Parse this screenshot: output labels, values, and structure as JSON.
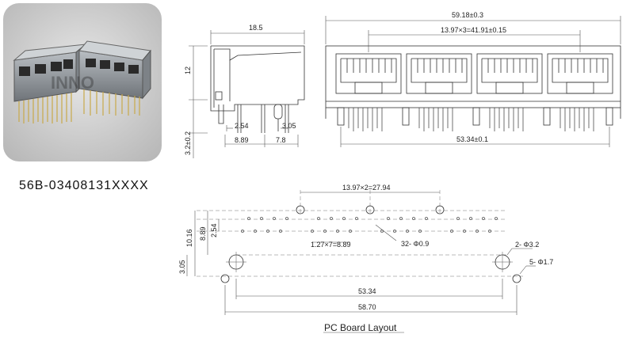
{
  "product": {
    "part_number": "56B-03408131XXXX",
    "photo_watermark": "INNO"
  },
  "side_view": {
    "width": "18.5",
    "height": "12",
    "pin_depth": "3.2±0.2",
    "pin_offset_1": "2.54",
    "pin_offset_2": "3.05",
    "row_1": "8.89",
    "row_2": "7.8"
  },
  "front_view": {
    "overall_width": "59.18±0.3",
    "port_pitch": "13.97×3=41.91±0.15",
    "peg_span": "53.34±0.1",
    "port_count": 4
  },
  "pcb_layout": {
    "title": "PC Board Layout",
    "locating_pitch": "13.97×2=27.94",
    "height_total": "10.16",
    "height_a": "8.89",
    "height_b": "2.54",
    "height_c": "3.05",
    "pin_pitch": "1.27×7=8.89",
    "pin_holes": "32- Φ0.9",
    "mount_holes": "2- Φ3.2",
    "small_holes": "5- Φ1.7",
    "span_inner": "53.34",
    "span_outer": "58.70"
  },
  "colors": {
    "line": "#333333",
    "dim": "#555555",
    "photo_bg": "#c9c9c9",
    "metal": "#8a8f94"
  }
}
